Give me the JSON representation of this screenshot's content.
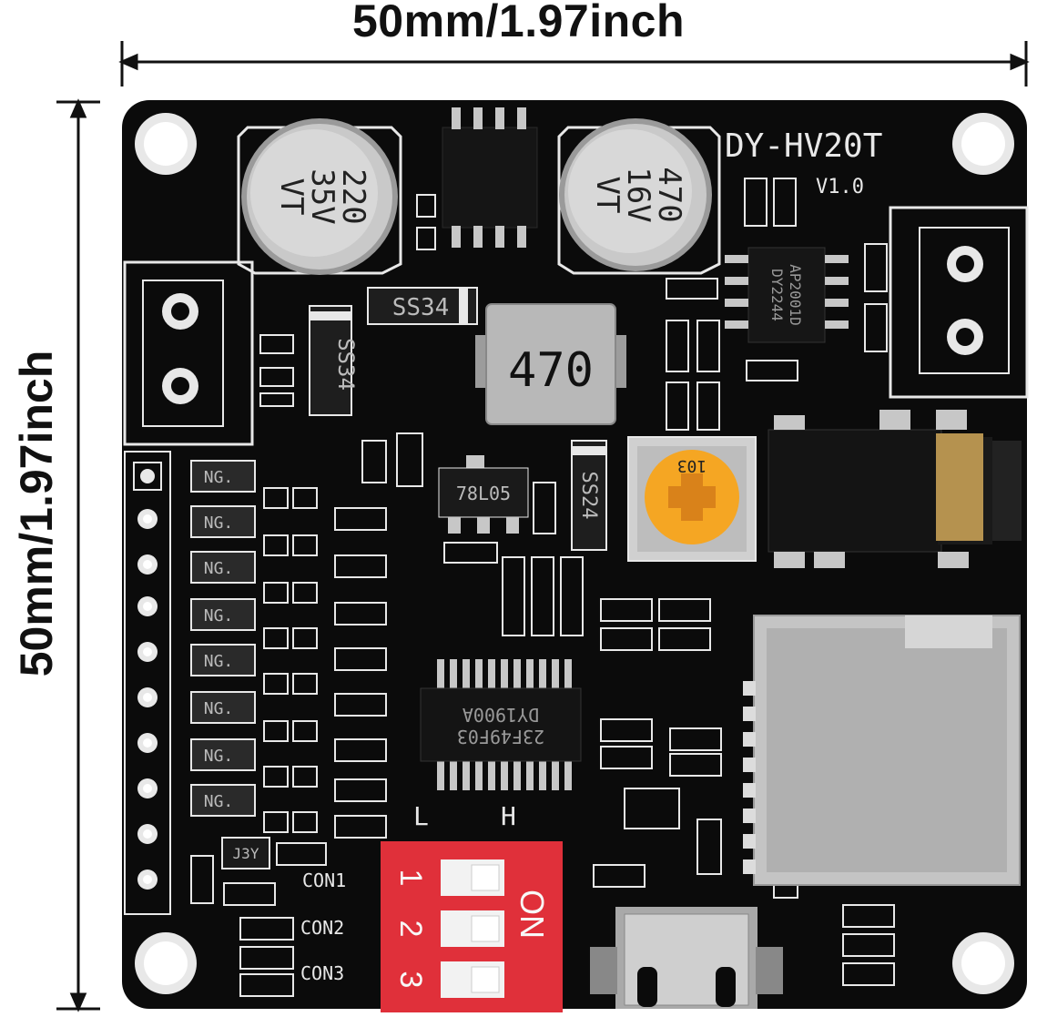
{
  "dimensions": {
    "width_label": "50mm/1.97inch",
    "height_label": "50mm/1.97inch"
  },
  "board": {
    "model": "DY-HV20T",
    "version": "V1.0",
    "color": "#0b0b0b",
    "silkscreen_color": "#e8e8e8"
  },
  "components": {
    "cap_left": {
      "value": "220",
      "voltage": "35V",
      "code": "VT"
    },
    "cap_right": {
      "value": "470",
      "voltage": "16V",
      "code": "VT"
    },
    "inductor": "470",
    "diode_1": "SS34",
    "diode_2": "SS34",
    "diode_3": "SS24",
    "regulator": "78L05",
    "opamp": {
      "line1": "AP2001D",
      "line2": "DY2244"
    },
    "main_chip": {
      "line1": "23F49F03",
      "line2": "DY1900A"
    },
    "potentiometer": "103",
    "transistor": "J3Y",
    "ng_labels": [
      "NG.",
      "NG.",
      "NG.",
      "NG.",
      "NG.",
      "NG.",
      "NG.",
      "NG."
    ]
  },
  "dip_switch": {
    "color": "#e0303a",
    "low_label": "L",
    "high_label": "H",
    "on_label": "ON",
    "numbers": [
      "1",
      "2",
      "3"
    ]
  },
  "connector_labels": [
    "CON1",
    "CON2",
    "CON3"
  ]
}
